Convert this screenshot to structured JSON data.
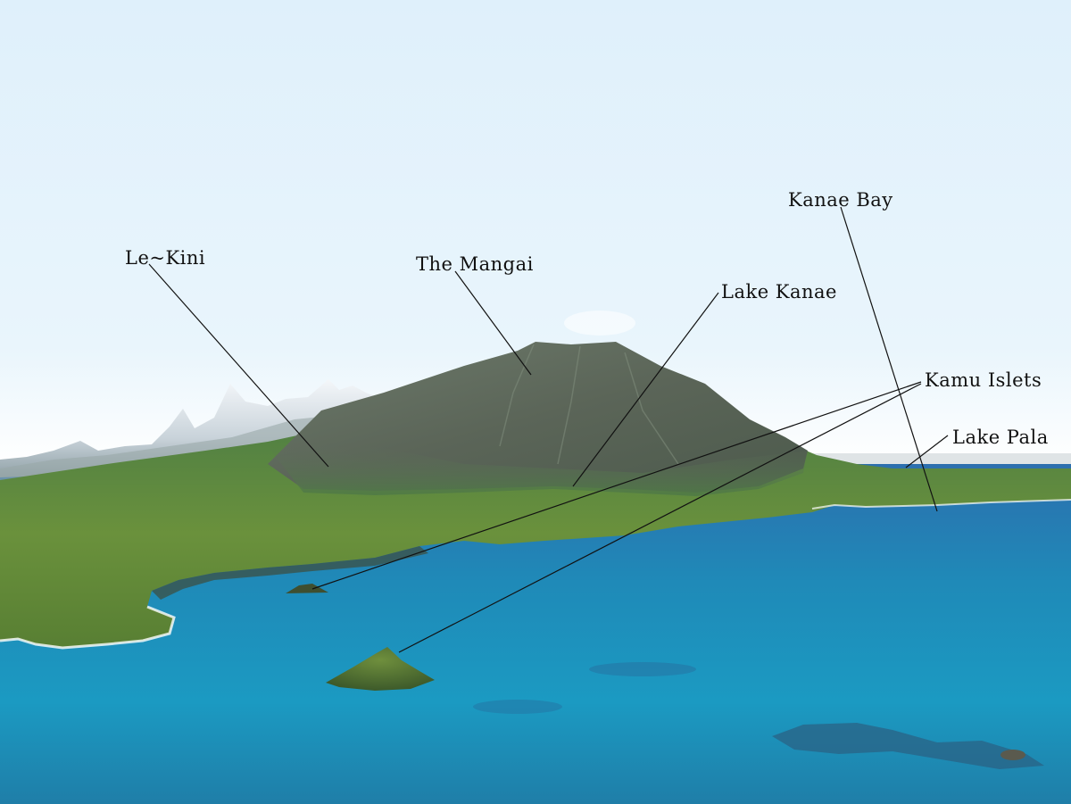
{
  "labels": {
    "le_kini": "Le~Kini",
    "the_mangai": "The Mangai",
    "lake_kanae": "Lake Kanae",
    "kanae_bay": "Kanae Bay",
    "kamu_islets": "Kamu Islets",
    "lake_pala": "Lake Pala"
  },
  "colors": {
    "sky_top": "#e4f3fc",
    "sky_horizon": "#ffffff",
    "sea_far": "#2f7fb8",
    "sea_near": "#1f87b3",
    "sea_shallow": "#1aa3c7",
    "land": "#5e8a3a",
    "volcano": "#5f6b5d",
    "snow": "#eef2f6",
    "leader_line": "#111111"
  }
}
